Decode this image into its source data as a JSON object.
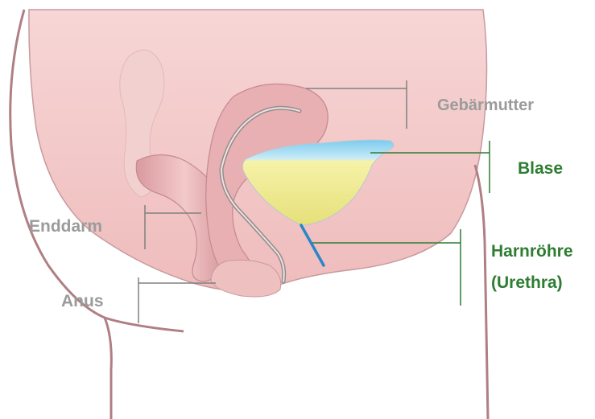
{
  "labels": {
    "uterus": "Gebärmutter",
    "bladder": "Blase",
    "rectum": "Enddarm",
    "urethra_line1": "Harnröhre",
    "urethra_line2": "(Urethra)",
    "anus": "Anus"
  },
  "colors": {
    "label_gray": "#9b9b9b",
    "label_green": "#2e7d32",
    "leader_gray": "#808080",
    "leader_green": "#2e7d32",
    "skin": "#f5cccc",
    "skin_outline": "#b07f83",
    "tissue": "#e0a9a9",
    "bladder_blue": "#8fd3ef",
    "bladder_yellow": "#f3ee9c",
    "urethra_blue": "#2a86c8"
  }
}
